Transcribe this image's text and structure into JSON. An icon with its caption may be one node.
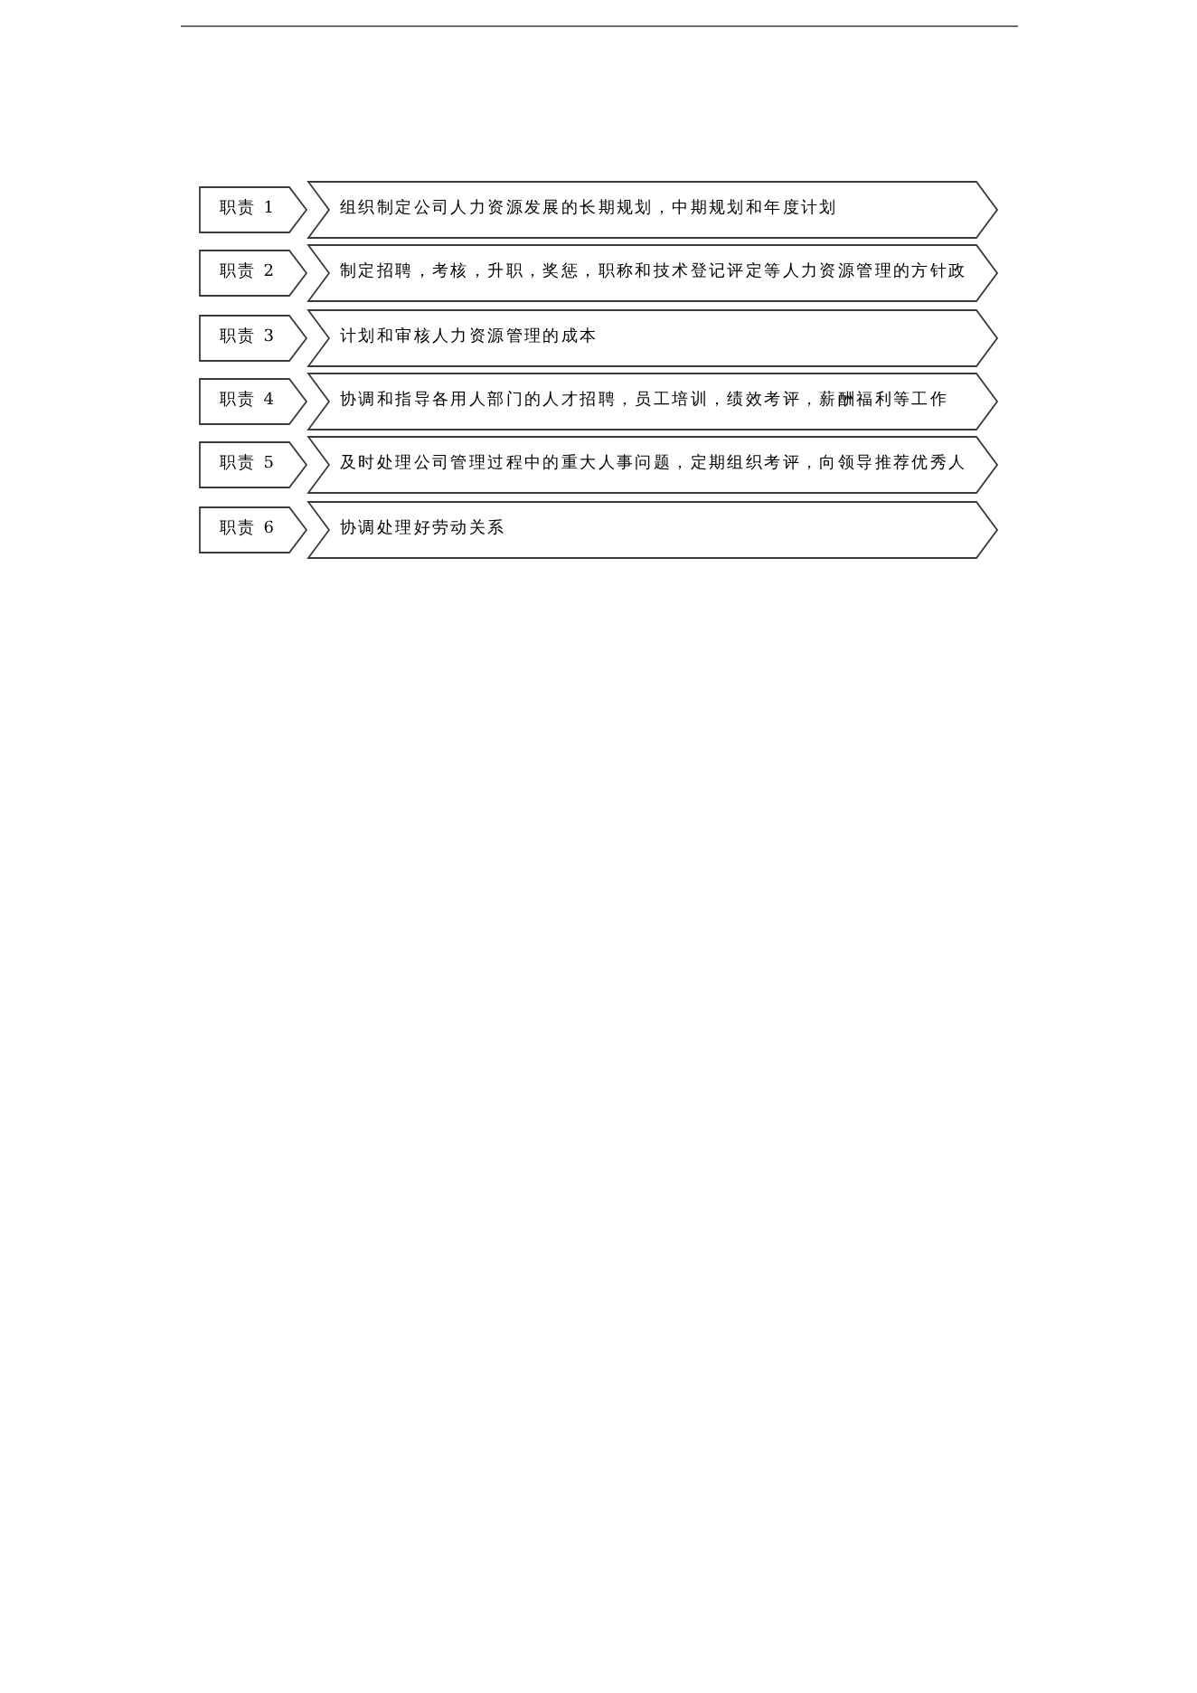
{
  "diagram": {
    "nodes": [
      {
        "text": [
          "职责 1"
        ]
      },
      {
        "text": [
          "组织制定公司人力资源发展的长期规划，中期规划和年度计划"
        ]
      },
      {
        "text": [
          "职责 2"
        ]
      },
      {
        "text": [
          "制定招聘，考核，升职，奖惩，职称和技术登记评定等人力资源管理的方针政"
        ]
      },
      {
        "text": [
          "职责 3"
        ]
      },
      {
        "text": [
          "计划和审核人力资源管理的成本"
        ]
      },
      {
        "text": [
          "职责 4"
        ]
      },
      {
        "text": [
          "协调和指导各用人部门的人才招聘，员工培训，绩效考评，薪酬福利等工作"
        ]
      },
      {
        "text": [
          "职责 5"
        ]
      },
      {
        "text": [
          "及时处理公司管理过程中的重大人事问题，定期组织考评，向领导推荐优秀人"
        ]
      },
      {
        "text": [
          "职责 6"
        ]
      },
      {
        "text": [
          "协调处理好劳动关系"
        ]
      }
    ]
  }
}
